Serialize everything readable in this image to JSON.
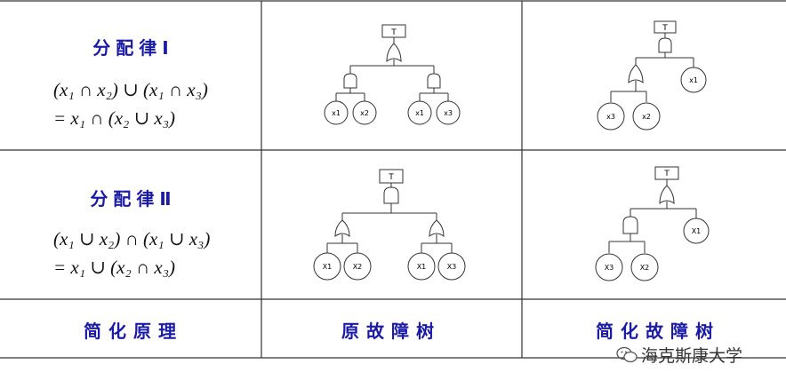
{
  "rows": [
    {
      "title": "分配律Ⅰ",
      "formula_line1": "(x₁ ∩ x₂) ∪ (x₁ ∩ x₃)",
      "formula_line2": "= x₁ ∩ (x₂ ∪ x₃)"
    },
    {
      "title": "分配律Ⅱ",
      "formula_line1": "(x₁ ∪ x₂) ∩ (x₁ ∪ x₃)",
      "formula_line2": "= x₁ ∪ (x₂ ∩ x₃)"
    }
  ],
  "footer": {
    "col1": "简化原理",
    "col2": "原故障树",
    "col3": "简化故障树"
  },
  "trees": {
    "top_label": "T",
    "orig1": [
      "x1",
      "x2",
      "x1",
      "x3"
    ],
    "simp1": [
      "x3",
      "x2",
      "x1"
    ],
    "orig2": [
      "X1",
      "X2",
      "X1",
      "X3"
    ],
    "simp2": [
      "X3",
      "X2",
      "X1"
    ]
  },
  "watermark": "海克斯康大学",
  "colors": {
    "title": "#1a1aa6",
    "line": "#333333"
  }
}
